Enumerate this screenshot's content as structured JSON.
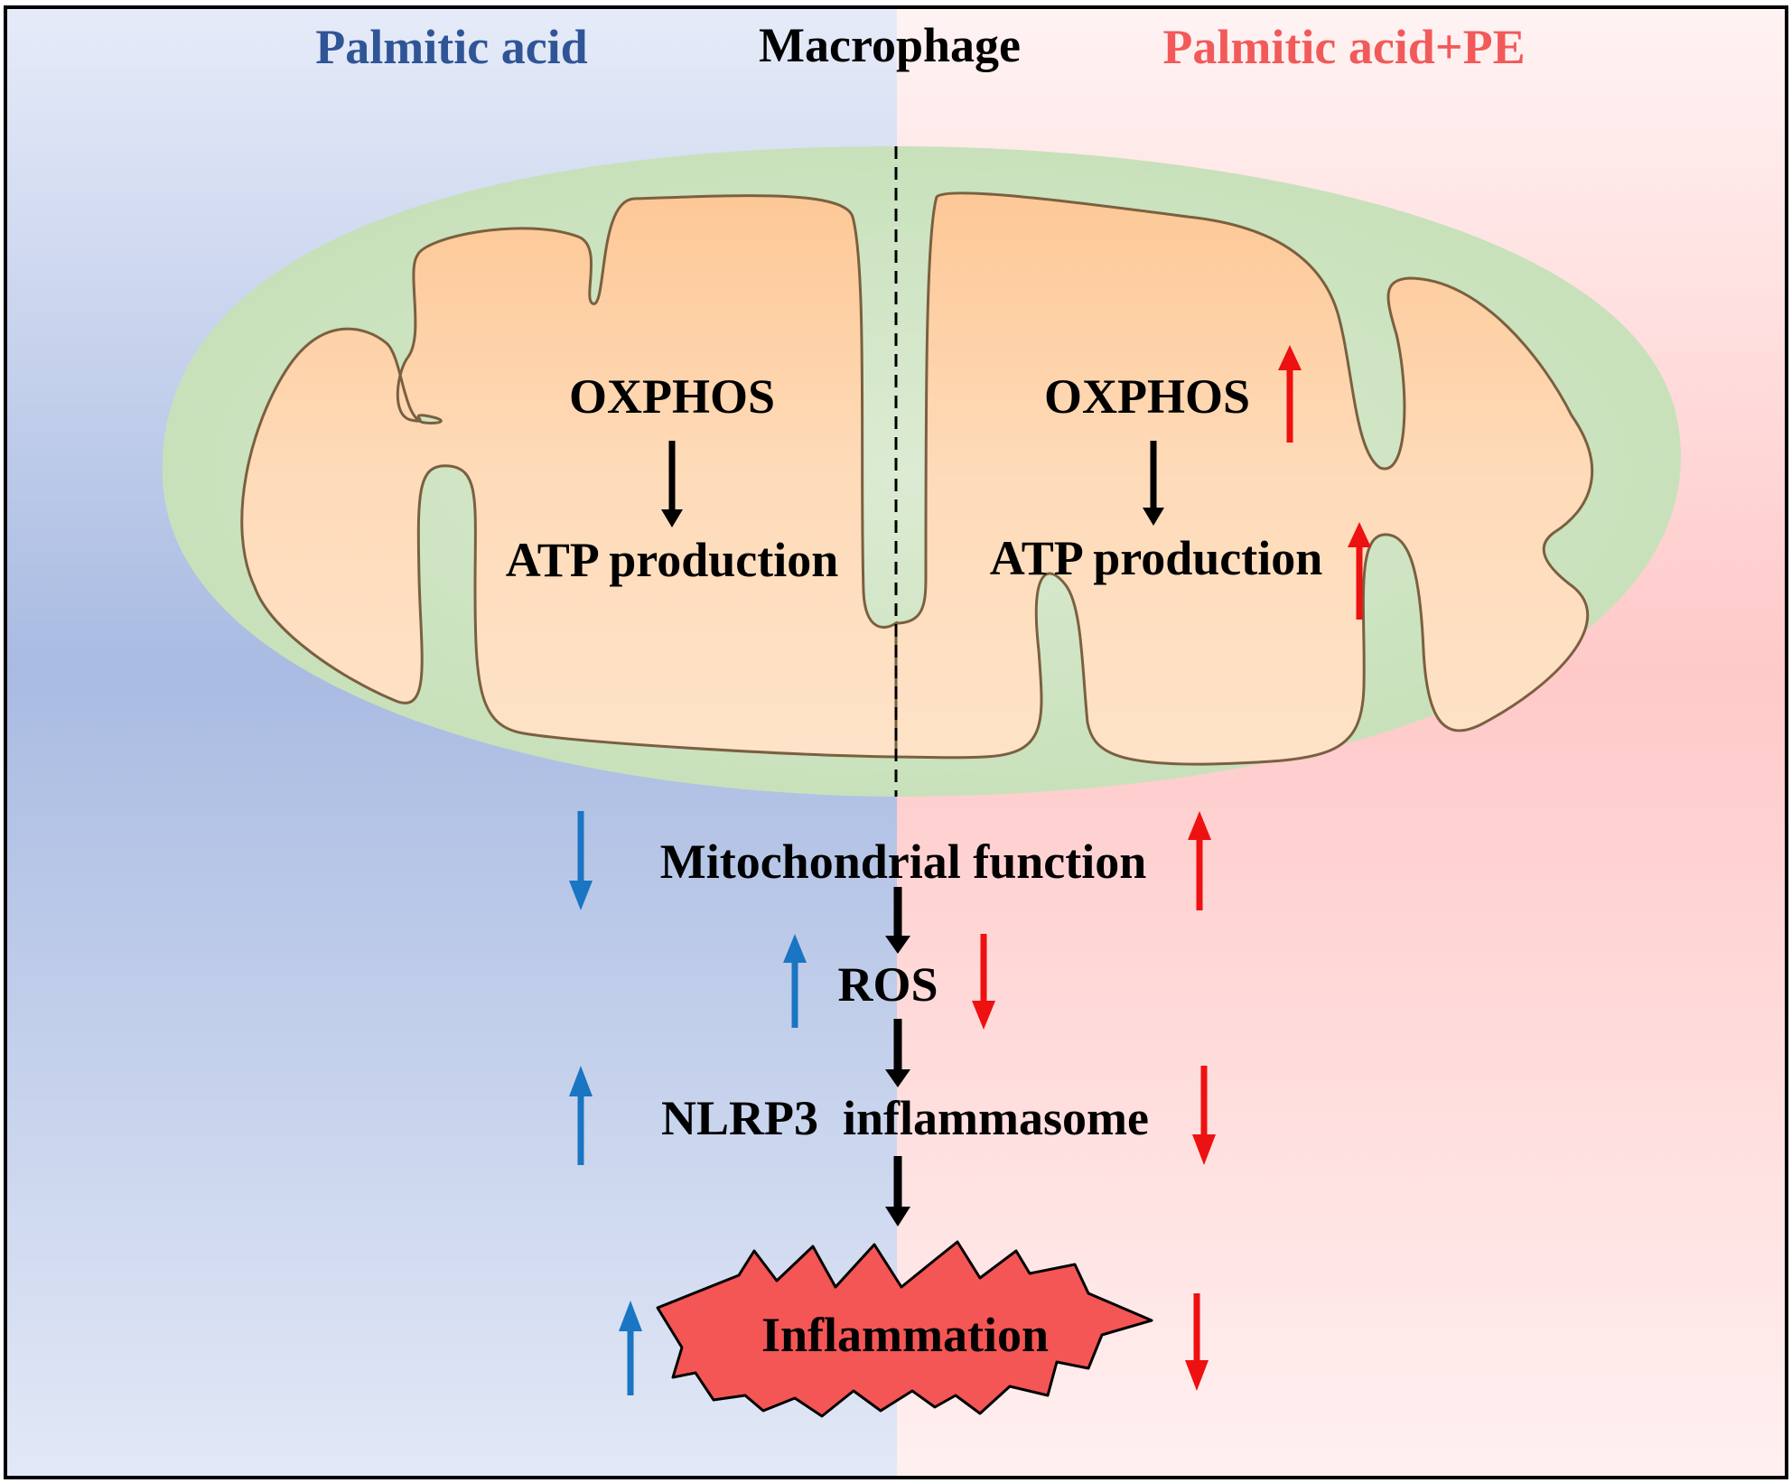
{
  "header": {
    "left_title": "Palmitic acid",
    "center_title": "Macrophage",
    "right_title": "Palmitic acid+PE"
  },
  "mitochondrion": {
    "left": {
      "oxphos": "OXPHOS",
      "atp": "ATP production"
    },
    "right": {
      "oxphos": "OXPHOS",
      "atp": "ATP production",
      "oxphos_change": "up",
      "atp_change": "up"
    }
  },
  "pathway": [
    {
      "label": "Mitochondrial function",
      "palmitic_acid": "down",
      "palmitic_acid_pe": "up"
    },
    {
      "label": "ROS",
      "palmitic_acid": "up",
      "palmitic_acid_pe": "down"
    },
    {
      "label": "NLRP3  inflammasome",
      "palmitic_acid": "up",
      "palmitic_acid_pe": "down"
    },
    {
      "label": "Inflammation",
      "palmitic_acid": "up",
      "palmitic_acid_pe": "down"
    }
  ],
  "colors": {
    "left_title": "#2f5597",
    "right_title": "#f25a5a",
    "left_arrow": "#1a75c2",
    "right_arrow": "#ee1111",
    "flow_arrow": "#000000",
    "outer_membrane": "#c9e2bd",
    "matrix": "#fedbb8",
    "matrix_border": "#7a6040",
    "inflammation_fill": "#f45555",
    "left_bg_top": "#dfe6f5",
    "left_bg_mid": "#a7b9e2",
    "right_bg_top": "#fff0f0",
    "right_bg_mid": "#ffc9c9"
  }
}
